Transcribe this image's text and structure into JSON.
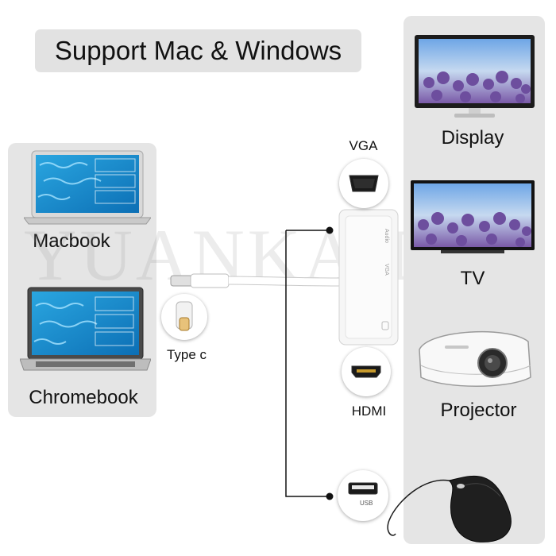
{
  "title": "Support Mac & Windows",
  "watermark": "YUANKAIDA",
  "devices_left": [
    {
      "label": "Macbook"
    },
    {
      "label": "Chromebook"
    }
  ],
  "connector": {
    "label": "Type c"
  },
  "ports": {
    "vga": "VGA",
    "hdmi": "HDMI",
    "usb_text": "USB",
    "adapter_vga_text": "VGA",
    "adapter_audio_text": "Audio"
  },
  "outputs": [
    {
      "label": "Display"
    },
    {
      "label": "TV"
    },
    {
      "label": "Projector"
    }
  ],
  "colors": {
    "panel": "#e5e5e5",
    "screen_water": "#1b8fd0",
    "lavender": "#6d4e9e",
    "sky": "#7fb2e8",
    "line": "#111111"
  }
}
